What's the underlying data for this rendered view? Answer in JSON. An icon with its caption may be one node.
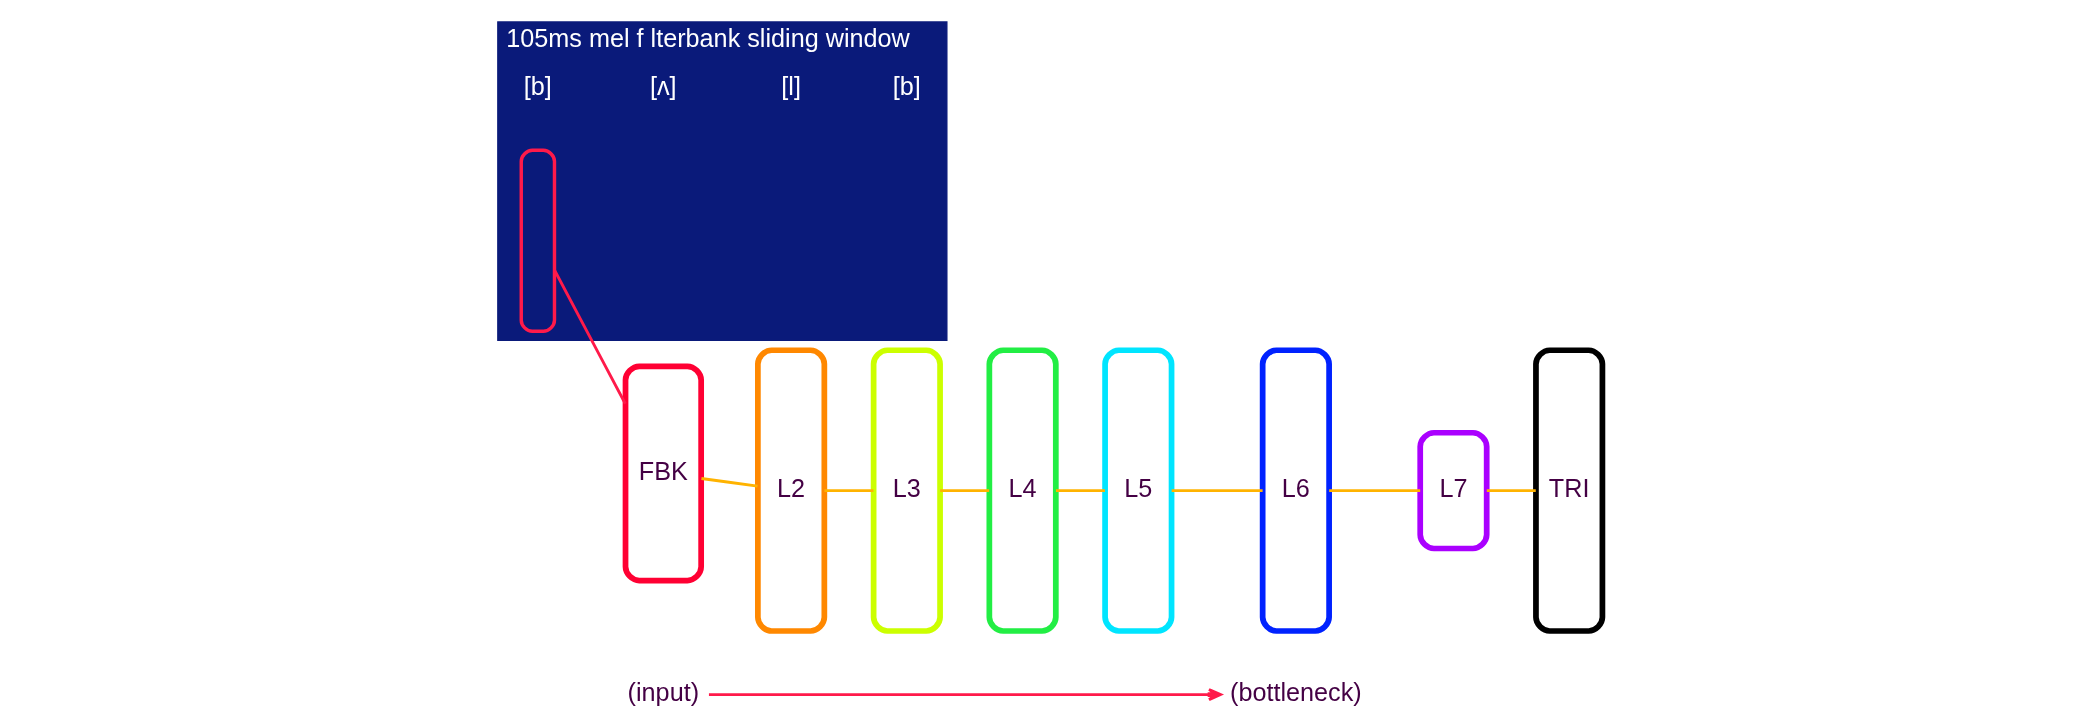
{
  "diagram": {
    "nodes": [
      {
        "text": [
          "(input)"
        ]
      },
      {
        "text": [
          "(bottleneck)"
        ]
      },
      {
        "text": [
          "105ms mel f lterbank sliding window"
        ]
      },
      {
        "text": [],
        "shape": "box",
        "in": 2
      },
      {
        "text": [
          "FBK"
        ]
      },
      {
        "text": [
          "L2"
        ]
      },
      {
        "text": [
          "L3"
        ]
      },
      {
        "text": [
          "L4"
        ]
      },
      {
        "text": [
          "L5"
        ]
      },
      {
        "text": [
          "L6"
        ]
      },
      {
        "text": [
          "L7"
        ]
      },
      {
        "text": [
          "TRI"
        ]
      }
    ],
    "edges": [
      {
        "from": 0,
        "to": 1,
        "arrow": "to",
        "color": "#ff1a4a"
      },
      {
        "from": 3,
        "to": 4,
        "arrow": "none",
        "color": "#ff1a4a"
      },
      {
        "from": 4,
        "to": 5,
        "arrow": "none"
      },
      {
        "from": 5,
        "to": 6,
        "arrow": "none"
      },
      {
        "from": 6,
        "to": 7,
        "arrow": "none"
      },
      {
        "from": 7,
        "to": 8,
        "arrow": "none"
      },
      {
        "from": 8,
        "to": 9,
        "arrow": "none"
      },
      {
        "from": 9,
        "to": 10,
        "arrow": "none"
      },
      {
        "from": 10,
        "to": 11,
        "arrow": "none"
      }
    ],
    "labels": [
      "[b]",
      "[ʌ]",
      "[l]",
      "[b]"
    ]
  }
}
